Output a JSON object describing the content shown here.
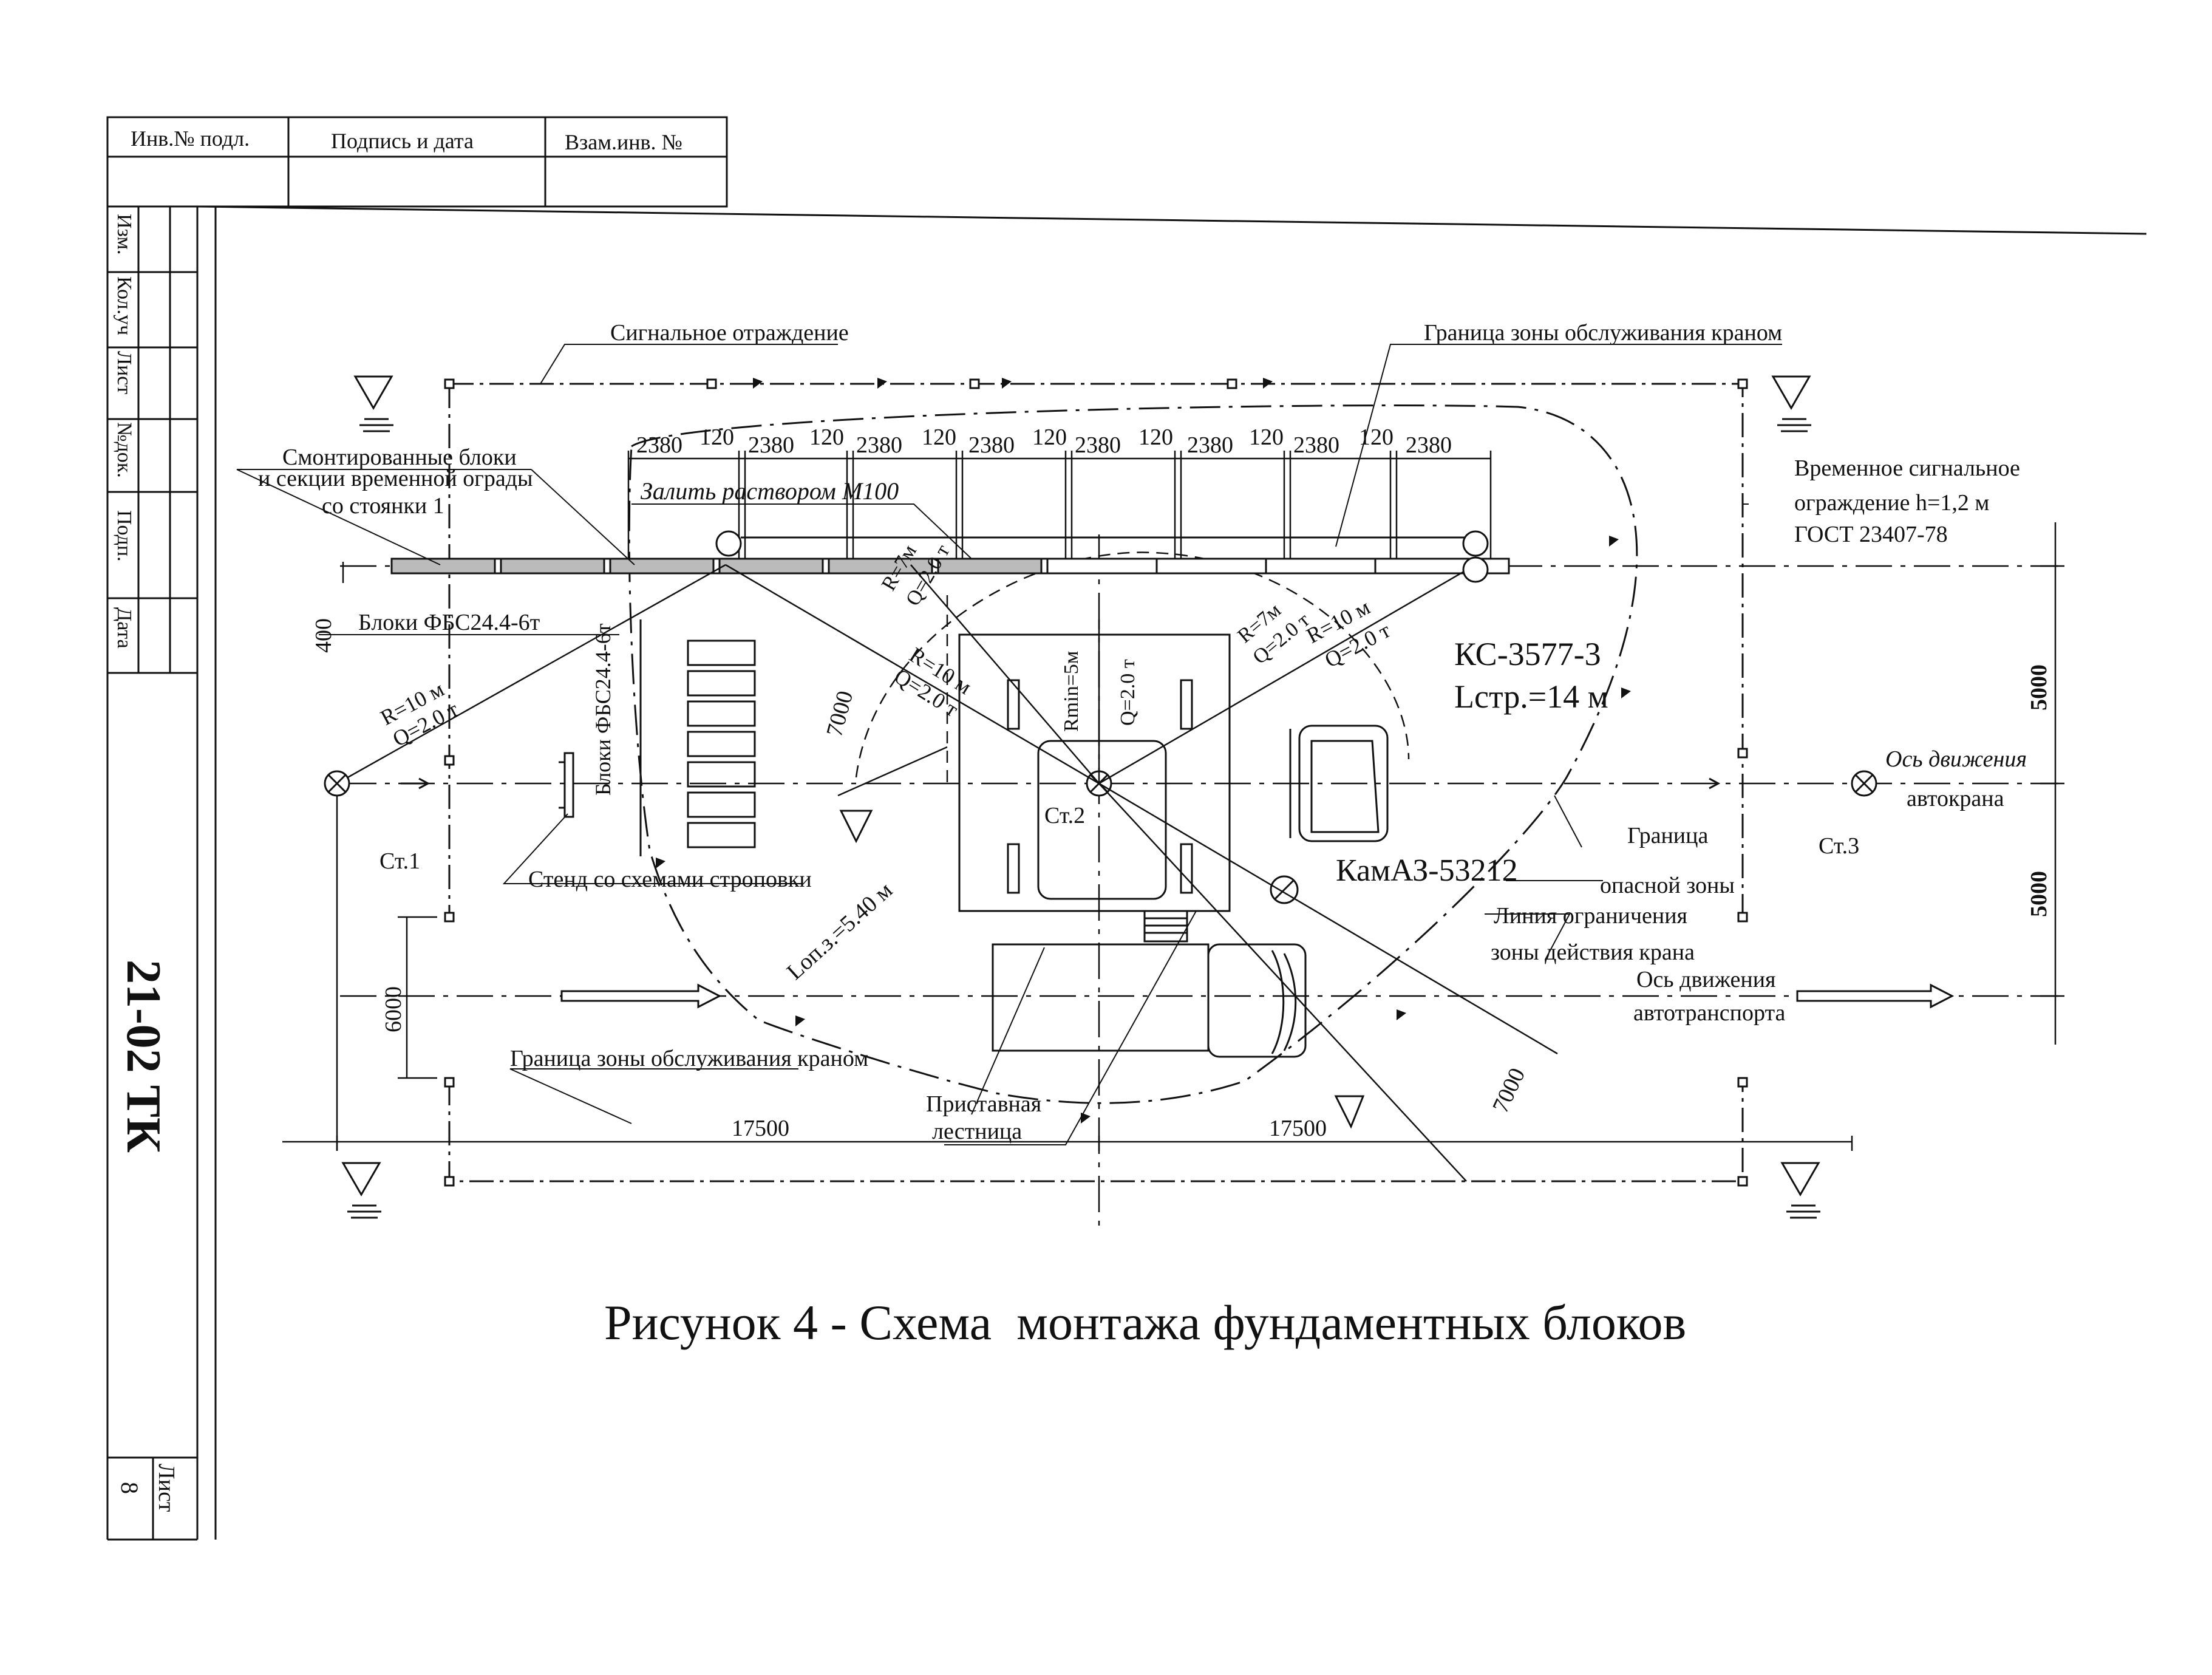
{
  "stamp": {
    "top_headers": [
      "Инв.№ подл.",
      "Подпись и дата",
      "Взам.инв. №"
    ],
    "side_headers": [
      "Изм.",
      "Кол.уч",
      "Лист",
      "№док.",
      "Подп.",
      "Дата"
    ],
    "doc_code": "21-02 ТК",
    "sheet_label": "Лист",
    "sheet_number": "8"
  },
  "dimensions": {
    "block_spacing": [
      "2380",
      "120",
      "2380",
      "120",
      "2380",
      "120",
      "2380",
      "120",
      "2380",
      "120",
      "2380",
      "120",
      "2380",
      "120",
      "2380"
    ],
    "left_400": "400",
    "left_6000": "6000",
    "right_5000_top": "5000",
    "right_5000_bottom": "5000",
    "bottom_17500_left": "17500",
    "bottom_17500_right": "17500",
    "diag_7000_left": "7000",
    "diag_7000_right": "7000"
  },
  "labels": {
    "signal_fence": "Сигнальное отраждение",
    "crane_zone_top": "Граница зоны обслуживания краном",
    "mounted_blocks_1": "Смонтированные блоки",
    "mounted_blocks_2": "и секции временной ограды",
    "mounted_blocks_3": "со стоянки 1",
    "mortar": "Залить раствором М100",
    "temp_fence_1": "Временное сигнальное",
    "temp_fence_2": "ограждение h=1,2 м",
    "temp_fence_3": "ГОСТ 23407-78",
    "blocks_fbs": "Блоки ФБС24.4-6т",
    "blocks_fbs_vertical": "Блоки ФБС24.4-6т",
    "crane_model": "КС-3577-3",
    "crane_boom": "Lстр.=14 м",
    "r10_left_1": "R=10 м",
    "r10_left_2": "Q=2.0 т",
    "r7_a_1": "R=7м",
    "r7_a_2": "Q=2.0 т",
    "r10_mid_1": "R=10 м",
    "r10_mid_2": "Q=2.0 т",
    "rmin": "Rmin=5м",
    "q_center": "Q=2.0 т",
    "r7_b_1": "R=7м",
    "r7_b_2": "Q=2.0 т",
    "r10_right_1": "R=10 м",
    "r10_right_2": "Q=2.0 т",
    "st1": "Ст.1",
    "st2": "Ст.2",
    "st3": "Ст.3",
    "crane_axis_1": "Ось движения",
    "crane_axis_2": "автокрана",
    "danger_1": "Граница",
    "danger_2": "опасной зоны",
    "kamaz": "КамАЗ-53212",
    "stand": "Стенд со схемами строповки",
    "limit_1": "Линия ограничения",
    "limit_2": "зоны действия крана",
    "truck_axis_1": "Ось движения",
    "truck_axis_2": "автотранспорта",
    "lop": "Lоп.з.=5.40 м",
    "crane_zone_bottom": "Граница зоны обслуживания краном",
    "ladder_1": "Приставная",
    "ladder_2": "лестница"
  },
  "caption": "Рисунок 4 - Схема  монтажа фундаментных блоков",
  "icons": [
    "warning-sign-icon",
    "crane-icon",
    "truck-icon",
    "column-axis-icon",
    "flag-marker-icon"
  ]
}
